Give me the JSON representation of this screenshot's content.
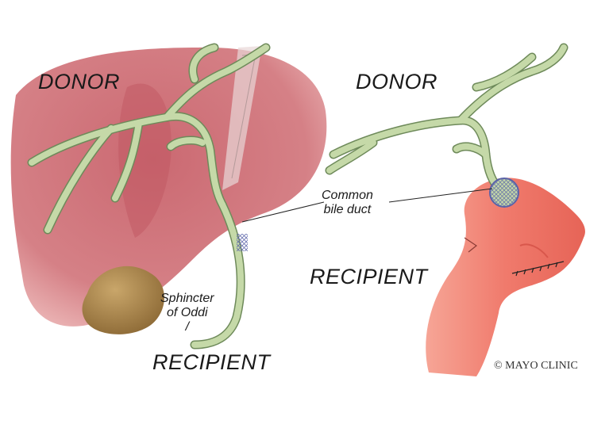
{
  "labels": {
    "donor_left": "DONOR",
    "donor_right": "DONOR",
    "recipient_left": "RECIPIENT",
    "recipient_right": "RECIPIENT",
    "common_bile_duct_line1": "Common",
    "common_bile_duct_line2": "bile duct",
    "sphincter_line1": "Sphincter",
    "sphincter_line2": "of Oddi",
    "sphincter_tick": "/"
  },
  "credit": "© MAYO CLINIC",
  "colors": {
    "liver": "#c8616a",
    "liver_light": "#df9094",
    "duct": "#c5d9a8",
    "duct_outline": "#6e8a5a",
    "gallbladder": "#b08a50",
    "intestine": "#f07a6c",
    "intestine_dark": "#d9574c",
    "suture": "#5a63a8"
  }
}
